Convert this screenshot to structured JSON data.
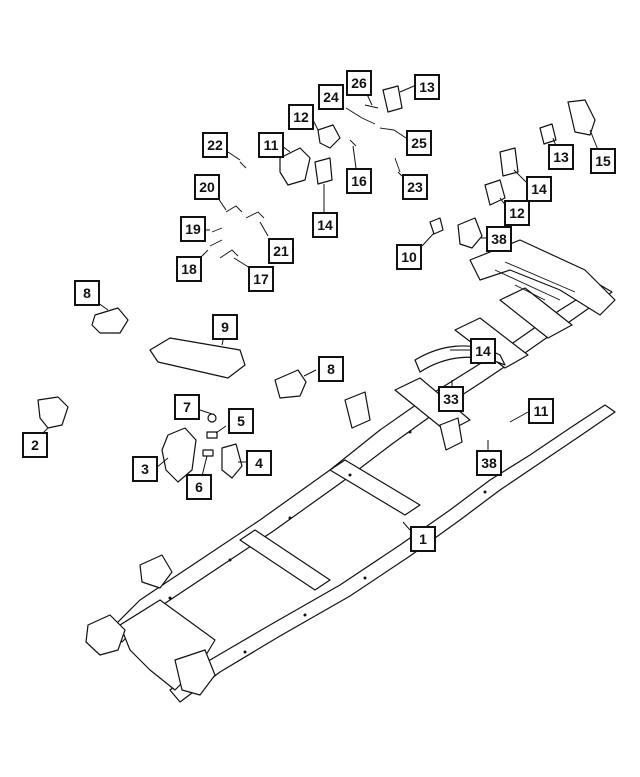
{
  "callouts": {
    "c1": "1",
    "c2": "2",
    "c3": "3",
    "c4": "4",
    "c5": "5",
    "c6": "6",
    "c7": "7",
    "c8a": "8",
    "c8b": "8",
    "c9": "9",
    "c10": "10",
    "c11a": "11",
    "c11b": "11",
    "c12a": "12",
    "c12b": "12",
    "c13a": "13",
    "c13b": "13",
    "c14a": "14",
    "c14b": "14",
    "c14c": "14",
    "c15": "15",
    "c16": "16",
    "c17": "17",
    "c18": "18",
    "c19": "19",
    "c20": "20",
    "c21": "21",
    "c22": "22",
    "c23": "23",
    "c24": "24",
    "c25": "25",
    "c26": "26",
    "c33": "33",
    "c38a": "38",
    "c38b": "38"
  },
  "colors": {
    "line": "#111111",
    "background": "#ffffff"
  }
}
